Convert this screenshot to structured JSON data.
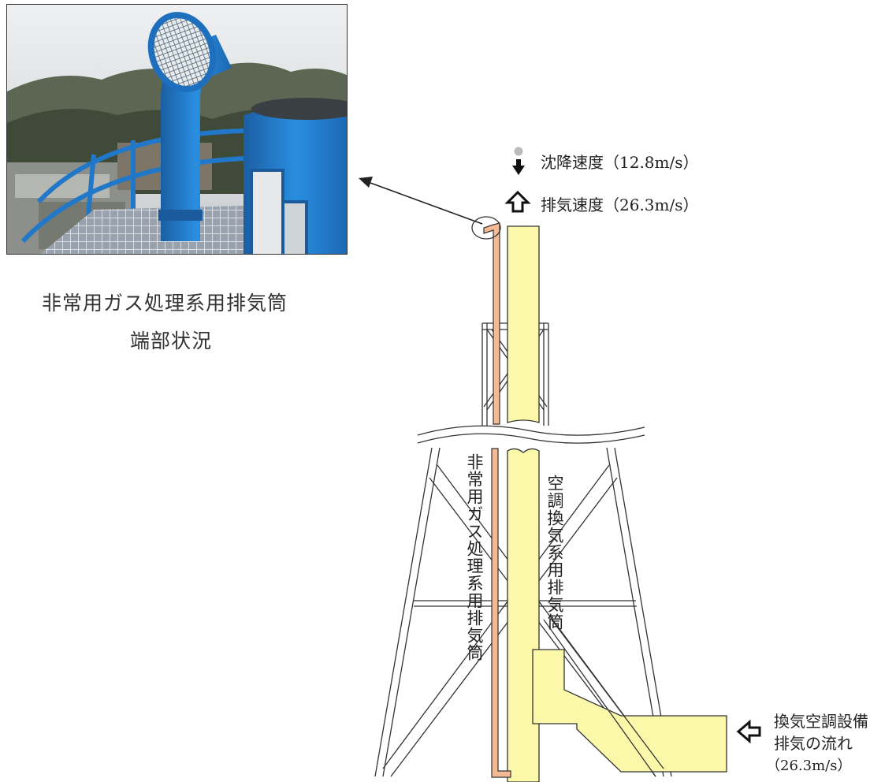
{
  "photo": {
    "caption_line1": "非常用ガス処理系用排気筒",
    "caption_line2": "端部状況"
  },
  "legend": {
    "settling_velocity": "沈降速度（12.8m/s）",
    "exhaust_velocity": "排気速度（26.3m/s）"
  },
  "stack_labels": {
    "emergency": "非常用ガス処理系用排気筒",
    "hvac": "空調換気系用排気筒"
  },
  "inflow": {
    "line1": "換気空調設備",
    "line2": "排気の流れ",
    "line3": "（26.3m/s）"
  },
  "colors": {
    "hvac_stack_fill": "#fbf8aa",
    "emergency_stack_fill": "#f5b994",
    "outline": "#333333",
    "particle": "#bbbbbb",
    "sky": "#dcdfe3",
    "hills": "#4b5543",
    "equipment_blue": "#1f78c4"
  },
  "icons": {
    "settling": "down-arrow-icon",
    "exhaust": "up-arrow-outline-icon",
    "inflow": "left-arrow-outline-icon",
    "pointer": "arrow-to-photo-icon"
  }
}
